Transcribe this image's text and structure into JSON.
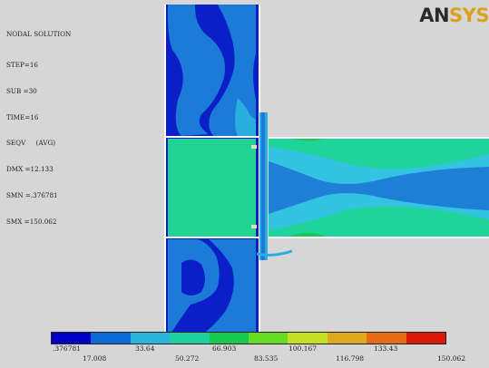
{
  "info": {
    "title": "NODAL SOLUTION",
    "lines": [
      "STEP=16",
      "SUB =30",
      "TIME=16",
      "SEQV     (AVG)",
      "DMX =12.133",
      "SMN =.376781",
      "SMX =150.062"
    ]
  },
  "logo": {
    "part1": "AN",
    "part2": "SYS"
  },
  "legend": {
    "colors": [
      "#0000c4",
      "#0c6ad6",
      "#2ab4dc",
      "#1fcf9f",
      "#19c94f",
      "#66dd22",
      "#c6dd22",
      "#e0a81e",
      "#e66b14",
      "#d91b0c"
    ],
    "labels_top": [
      ".376781",
      "33.64",
      "66.903",
      "100.167",
      "133.43"
    ],
    "labels_bottom": [
      "17.008",
      "50.272",
      "83.535",
      "116.798",
      "150.062"
    ]
  },
  "colors": {
    "background": "#d6d6d6",
    "column_dark": "#0a1fc8",
    "column_mid": "#1c7ad8",
    "column_light": "#2aaee0",
    "panel_green": "#21d395",
    "beam_green": "#1fd49a",
    "beam_light": "#33c2e0",
    "beam_core": "#1f7fd6",
    "outline": "#ffffff"
  }
}
